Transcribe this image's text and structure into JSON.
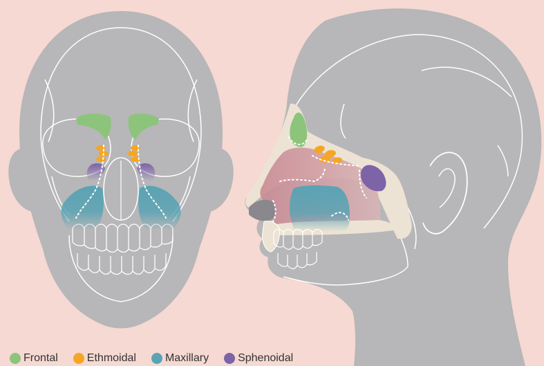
{
  "colors": {
    "background": "#f5d9d2",
    "bone": "#b7b6b8",
    "outline": "#ffffff",
    "nasal_cavity": "#d5a9ac",
    "bone_cream": "#ece3d4",
    "frontal": "#8cc47b",
    "ethmoidal": "#f5a623",
    "maxillary": "#5aa3b4",
    "sphenoidal": "#7d63a8"
  },
  "legend": [
    {
      "key": "frontal",
      "label": "Frontal",
      "color": "#8cc47b",
      "icon": "frontal-dot-icon"
    },
    {
      "key": "ethmoidal",
      "label": "Ethmoidal",
      "color": "#f5a623",
      "icon": "ethmoidal-dot-icon"
    },
    {
      "key": "maxillary",
      "label": "Maxillary",
      "color": "#5aa3b4",
      "icon": "maxillary-dot-icon"
    },
    {
      "key": "sphenoidal",
      "label": "Sphenoidal",
      "color": "#7d63a8",
      "icon": "sphenoidal-dot-icon"
    }
  ]
}
